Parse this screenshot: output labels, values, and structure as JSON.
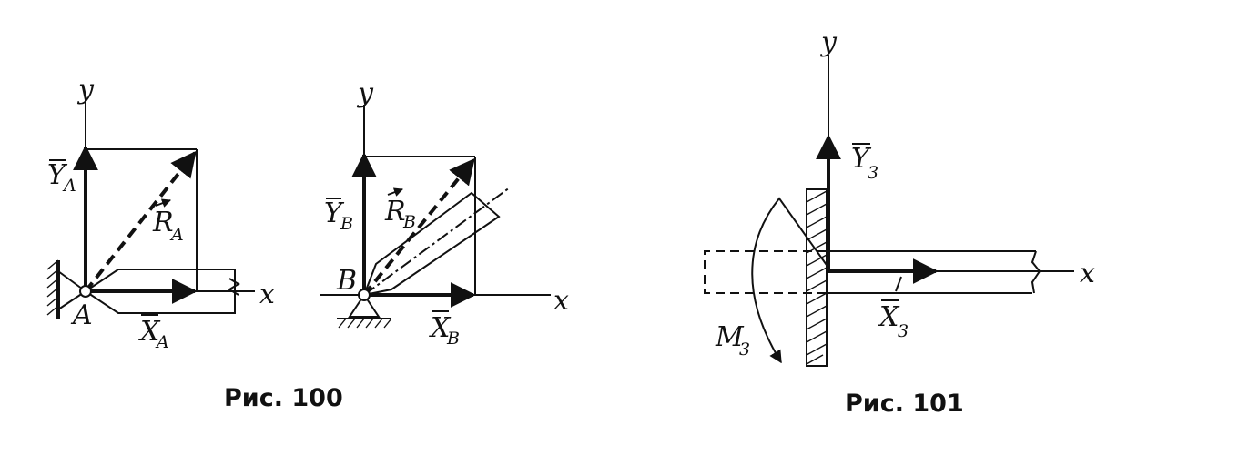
{
  "figures": [
    {
      "caption": "Рис. 100",
      "left": {
        "axis_y": "y",
        "axis_x": "x",
        "point": "A",
        "force_y": {
          "main": "Y",
          "sub": "A"
        },
        "force_x": {
          "main": "X",
          "sub": "A"
        },
        "resultant": {
          "main": "R",
          "sub": "A"
        }
      },
      "right": {
        "axis_y": "y",
        "axis_x": "x",
        "point": "B",
        "force_y": {
          "main": "Y",
          "sub": "B"
        },
        "force_x": {
          "main": "X",
          "sub": "B"
        },
        "resultant": {
          "main": "R",
          "sub": "B"
        }
      }
    },
    {
      "caption": "Рис. 101",
      "axis_y": "y",
      "axis_x": "x",
      "force_y": {
        "main": "Y",
        "sub": "3"
      },
      "force_x": {
        "main": "X",
        "sub": "3"
      },
      "moment": {
        "main": "M",
        "sub": "3"
      }
    }
  ]
}
